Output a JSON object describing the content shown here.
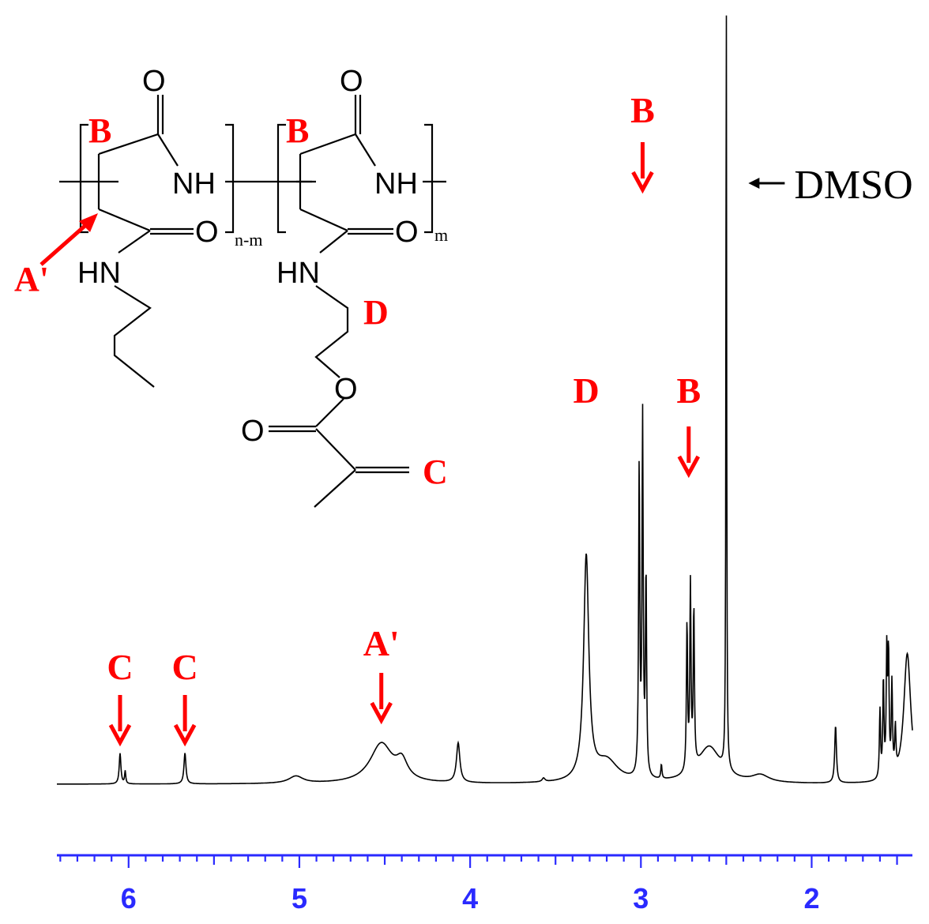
{
  "chart_data": {
    "type": "line",
    "title": "",
    "xlabel": "",
    "ylabel": "",
    "x_axis": {
      "direction": "decreasing-left-to-right",
      "range": [
        6.42,
        1.41
      ],
      "major_ticks": [
        6,
        5,
        4,
        3,
        2
      ],
      "tick_labels": [
        "6",
        "5",
        "4",
        "3",
        "2"
      ],
      "minor_tick_step": 0.1,
      "color": "#2a2aff"
    },
    "y_axis": {
      "shown": false,
      "unit": "relative intensity",
      "range": [
        0,
        1.0
      ]
    },
    "grid": false,
    "series": [
      {
        "color": "#000000",
        "baseline": 0.0,
        "peaks": [
          {
            "ppm": 6.05,
            "height": 0.085,
            "width": 0.006
          },
          {
            "ppm": 6.02,
            "height": 0.035,
            "width": 0.004
          },
          {
            "ppm": 5.67,
            "height": 0.086,
            "width": 0.007
          },
          {
            "ppm": 5.02,
            "height": 0.02,
            "width": 0.05
          },
          {
            "ppm": 4.52,
            "height": 0.11,
            "width": 0.08
          },
          {
            "ppm": 4.4,
            "height": 0.05,
            "width": 0.04
          },
          {
            "ppm": 4.07,
            "height": 0.11,
            "width": 0.012
          },
          {
            "ppm": 3.57,
            "height": 0.01,
            "width": 0.01
          },
          {
            "ppm": 3.32,
            "height": 0.62,
            "width": 0.018
          },
          {
            "ppm": 3.2,
            "height": 0.06,
            "width": 0.08
          },
          {
            "ppm": 3.01,
            "height": 0.86,
            "width": 0.004
          },
          {
            "ppm": 2.99,
            "height": 0.99,
            "width": 0.004
          },
          {
            "ppm": 2.97,
            "height": 0.56,
            "width": 0.004
          },
          {
            "ppm": 2.88,
            "height": 0.04,
            "width": 0.004
          },
          {
            "ppm": 2.73,
            "height": 0.41,
            "width": 0.004
          },
          {
            "ppm": 2.71,
            "height": 0.51,
            "width": 0.004
          },
          {
            "ppm": 2.69,
            "height": 0.44,
            "width": 0.004
          },
          {
            "ppm": 2.6,
            "height": 0.1,
            "width": 0.08
          },
          {
            "ppm": 2.5,
            "height": 2.2,
            "width": 0.0025
          },
          {
            "ppm": 2.3,
            "height": 0.02,
            "width": 0.06
          },
          {
            "ppm": 1.86,
            "height": 0.16,
            "width": 0.006
          },
          {
            "ppm": 1.6,
            "height": 0.19,
            "width": 0.004
          },
          {
            "ppm": 1.58,
            "height": 0.27,
            "width": 0.004
          },
          {
            "ppm": 1.56,
            "height": 0.34,
            "width": 0.004
          },
          {
            "ppm": 1.55,
            "height": 0.33,
            "width": 0.004
          },
          {
            "ppm": 1.53,
            "height": 0.25,
            "width": 0.004
          },
          {
            "ppm": 1.51,
            "height": 0.12,
            "width": 0.004
          },
          {
            "ppm": 1.44,
            "height": 0.36,
            "width": 0.025
          }
        ]
      }
    ],
    "annotations": [
      {
        "text": "C",
        "ppm": 6.05,
        "arrow": true
      },
      {
        "text": "C",
        "ppm": 5.67,
        "arrow": true
      },
      {
        "text": "A'",
        "ppm": 4.52,
        "arrow": true
      },
      {
        "text": "D",
        "ppm": 3.32,
        "arrow": false
      },
      {
        "text": "B",
        "ppm": 2.99,
        "arrow": true
      },
      {
        "text": "B",
        "ppm": 2.72,
        "arrow": true
      },
      {
        "text": "DMSO",
        "ppm": 2.5,
        "arrow": true,
        "arrow_direction": "left",
        "color": "#000000"
      }
    ],
    "label_color": "#ff0000"
  },
  "structure": {
    "atoms": {
      "o": "O",
      "nh": "NH",
      "hn": "HN",
      "sub_left": "n-m",
      "sub_right": "m"
    },
    "labels": {
      "b": "B",
      "a_prime": "A'",
      "d": "D",
      "c": "C"
    }
  }
}
